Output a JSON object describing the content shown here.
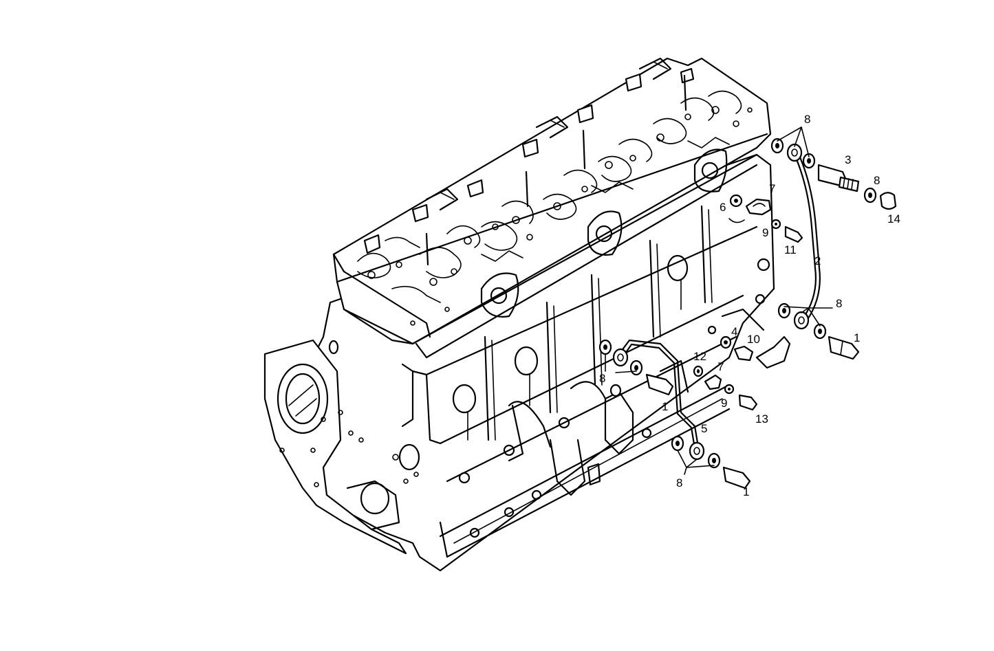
{
  "callouts": {
    "c8_top": "8",
    "c3": "3",
    "c8_right": "8",
    "c14": "14",
    "c7_top": "7",
    "c6": "6",
    "c9_top": "9",
    "c11": "11",
    "c2": "2",
    "c8_mid": "8",
    "c1_right": "1",
    "c4": "4",
    "c10": "10",
    "c12": "12",
    "c7_low": "7",
    "c8_left": "8",
    "c9_low": "9",
    "c13": "13",
    "c1_mid": "1",
    "c5": "5",
    "c8_bottom": "8",
    "c1_bottom": "1"
  }
}
